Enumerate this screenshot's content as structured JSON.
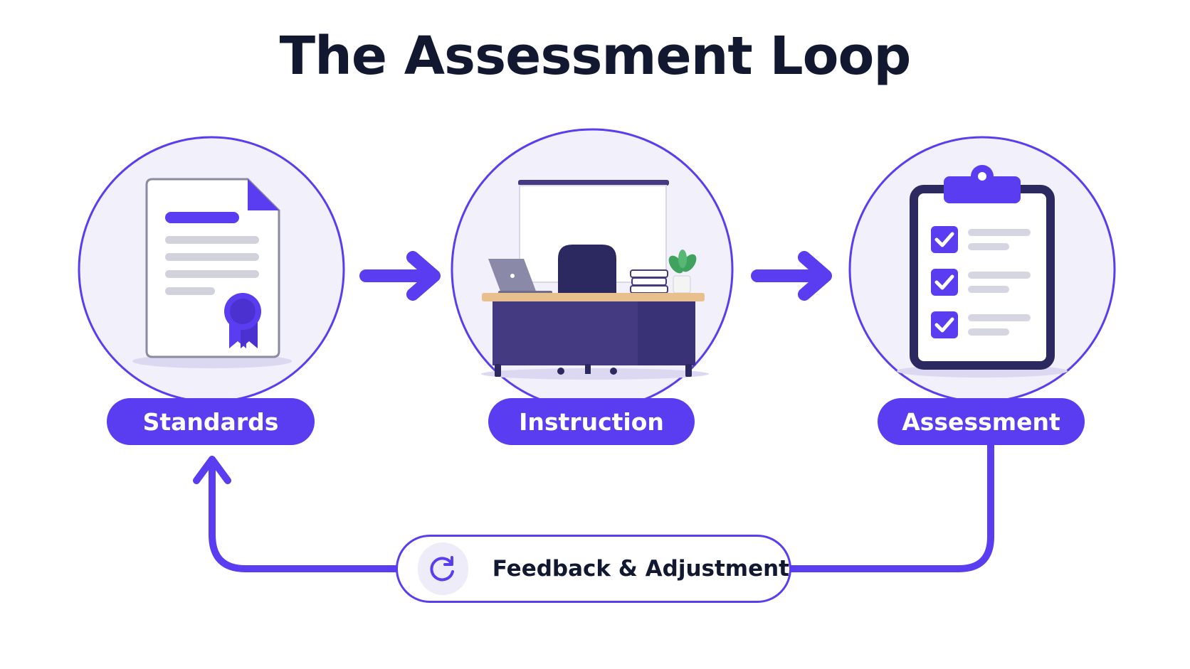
{
  "title": "The Assessment Loop",
  "stages": [
    {
      "label": "Standards",
      "icon": "certificate-document-icon"
    },
    {
      "label": "Instruction",
      "icon": "classroom-desk-icon"
    },
    {
      "label": "Assessment",
      "icon": "checklist-clipboard-icon"
    }
  ],
  "feedback": {
    "label": "Feedback & Adjustment",
    "icon": "refresh-cycle-icon"
  },
  "colors": {
    "accent": "#5a3df0",
    "circle_fill": "#f1f0fb",
    "title_text": "#121830",
    "desk_body": "#433a82",
    "desk_top": "#e8c08e"
  }
}
